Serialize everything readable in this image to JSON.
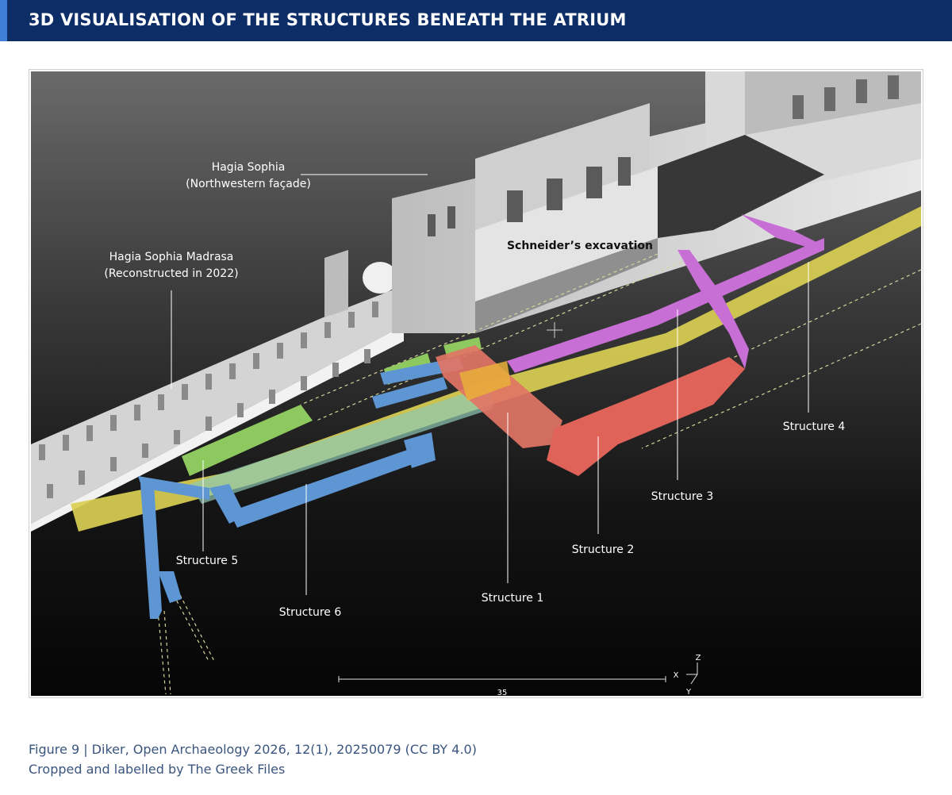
{
  "header": {
    "title": "3D VISUALISATION OF THE STRUCTURES BENEATH THE ATRIUM"
  },
  "figure": {
    "labels": {
      "hagia_sophia_line1": "Hagia Sophia",
      "hagia_sophia_line2": "(Northwestern façade)",
      "madrasa_line1": "Hagia Sophia Madrasa",
      "madrasa_line2": "(Reconstructed in 2022)",
      "schneider": "Schneider’s excavation",
      "structure1": "Structure 1",
      "structure2": "Structure 2",
      "structure3": "Structure 3",
      "structure4": "Structure 4",
      "structure5": "Structure 5",
      "structure6": "Structure 6"
    },
    "scale": {
      "value": "35"
    },
    "axes": {
      "x": "X",
      "y": "Y",
      "z": "Z"
    },
    "colors": {
      "structure1": "#e27565",
      "structure2": "#e0635a",
      "structure3": "#c86fd6",
      "structure4": "#d9cf52",
      "structure5": "#8ec95f",
      "structure6": "#5d96d3"
    }
  },
  "caption": {
    "line1": "Figure 9 | Diker, Open Archaeology 2026, 12(1), 20250079 (CC BY 4.0)",
    "line2": "Cropped and labelled by The Greek Files"
  }
}
